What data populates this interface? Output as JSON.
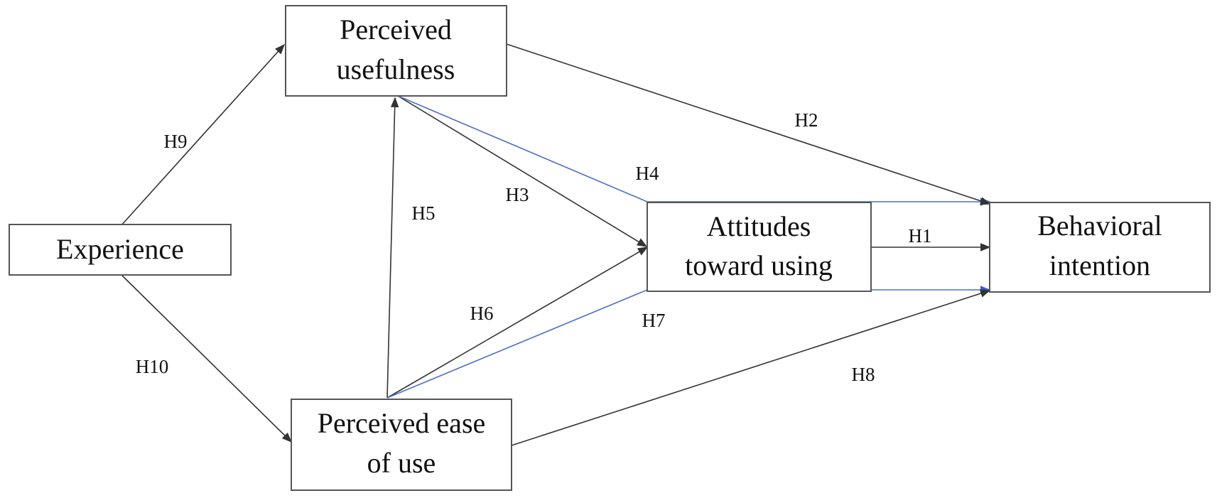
{
  "nodes": {
    "experience": {
      "lines": [
        "Experience"
      ]
    },
    "perceived_usefulness": {
      "lines": [
        "Perceived",
        "usefulness"
      ]
    },
    "perceived_ease_of_use": {
      "lines": [
        "Perceived ease",
        "of use"
      ]
    },
    "attitudes": {
      "lines": [
        "Attitudes",
        "toward using"
      ]
    },
    "behavioral_intention": {
      "lines": [
        "Behavioral",
        "intention"
      ]
    }
  },
  "edges": {
    "h1": {
      "label": "H1",
      "from": "Attitudes toward using",
      "to": "Behavioral intention"
    },
    "h2": {
      "label": "H2",
      "from": "Perceived usefulness",
      "to": "Behavioral intention"
    },
    "h3": {
      "label": "H3",
      "from": "Perceived usefulness",
      "to": "Attitudes toward using"
    },
    "h4": {
      "label": "H4",
      "from": "Perceived usefulness",
      "to": "Behavioral intention"
    },
    "h5": {
      "label": "H5",
      "from": "Perceived ease of use",
      "to": "Perceived usefulness"
    },
    "h6": {
      "label": "H6",
      "from": "Perceived ease of use",
      "to": "Attitudes toward using"
    },
    "h7": {
      "label": "H7",
      "from": "Perceived ease of use",
      "to": "Behavioral intention"
    },
    "h8": {
      "label": "H8",
      "from": "Perceived ease of use",
      "to": "Behavioral intention"
    },
    "h9": {
      "label": "H9",
      "from": "Experience",
      "to": "Perceived usefulness"
    },
    "h10": {
      "label": "H10",
      "from": "Experience",
      "to": "Perceived ease of use"
    }
  },
  "colors": {
    "line_dark": "#333333",
    "line_blue": "#4a6fc8",
    "box_border": "#555555"
  }
}
